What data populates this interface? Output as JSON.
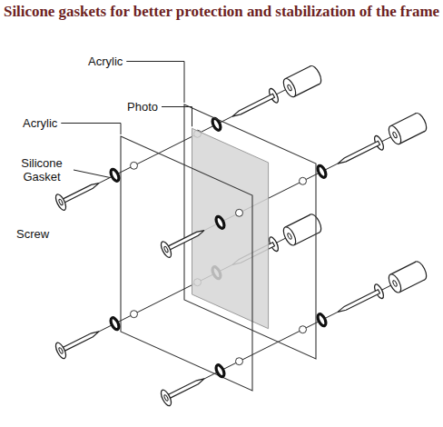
{
  "diagram": {
    "title": "Silicone gaskets for better protection and stabilization of the frame",
    "labels": [
      "Acrylic",
      "Photo",
      "Acrylic",
      "Silicone Gasket",
      "Screw"
    ]
  }
}
